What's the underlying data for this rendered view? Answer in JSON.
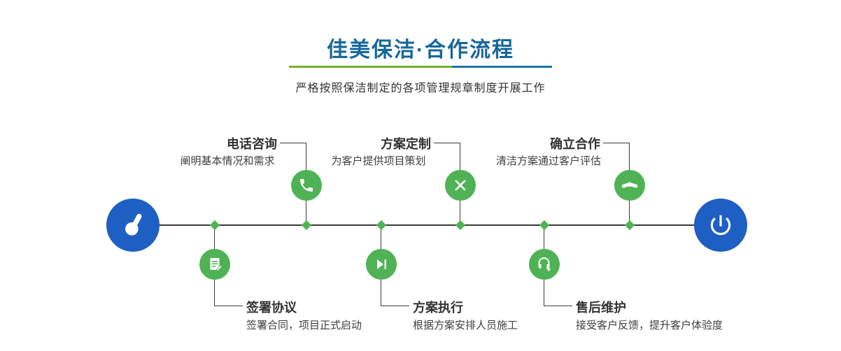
{
  "page": {
    "title": "佳美保洁·合作流程",
    "subtitle": "严格按照保洁制定的各项管理规章制度开展工作"
  },
  "colors": {
    "title_blue": "#16679b",
    "divider_green": "#72b32c",
    "divider_blue": "#1f74a8",
    "node_green": "#4fb355",
    "endpoint_blue": "#1d5fc2",
    "line_dark": "#3b3b3b",
    "text_dark": "#333333"
  },
  "timeline": {
    "start_icon": "pointing-hand-icon",
    "end_icon": "power-icon"
  },
  "steps": [
    {
      "id": 1,
      "position": "top",
      "title": "电话咨询",
      "desc": "阐明基本情况和需求",
      "icon": "phone-icon"
    },
    {
      "id": 2,
      "position": "top",
      "title": "方案定制",
      "desc": "为客户提供项目策划",
      "icon": "design-tools-icon"
    },
    {
      "id": 3,
      "position": "top",
      "title": "确立合作",
      "desc": "清洁方案通过客户评估",
      "icon": "handshake-icon"
    },
    {
      "id": 4,
      "position": "bottom",
      "title": "签署协议",
      "desc": "签署合同，项目正式启动",
      "icon": "contract-icon"
    },
    {
      "id": 5,
      "position": "bottom",
      "title": "方案执行",
      "desc": "根据方案安排人员施工",
      "icon": "play-icon"
    },
    {
      "id": 6,
      "position": "bottom",
      "title": "售后维护",
      "desc": "接受客户反馈，提升客户体验度",
      "icon": "headset-icon"
    }
  ]
}
